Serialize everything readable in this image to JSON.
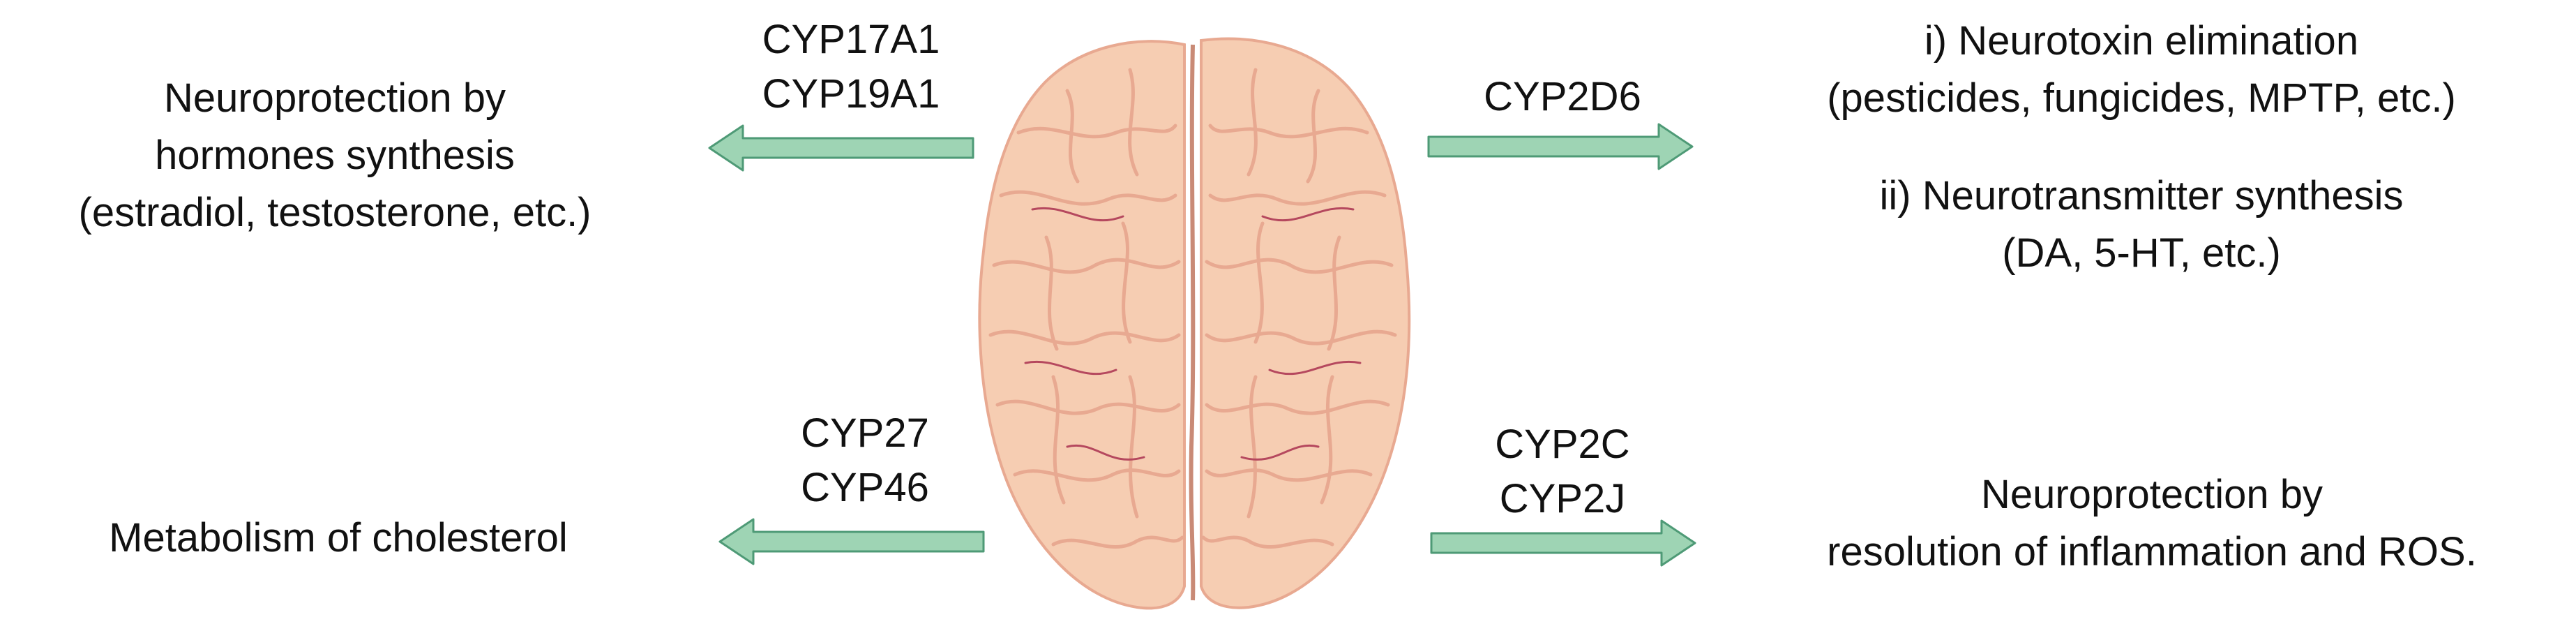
{
  "diagram": {
    "top_left": {
      "enzymes": [
        "CYP17A1",
        "CYP19A1"
      ],
      "effect": [
        "Neuroprotection by",
        "hormones synthesis",
        "(estradiol, testosterone, etc.)"
      ]
    },
    "top_right": {
      "enzymes": [
        "CYP2D6"
      ],
      "effect_i": [
        "i) Neurotoxin elimination",
        "(pesticides, fungicides, MPTP, etc.)"
      ],
      "effect_ii": [
        "ii) Neurotransmitter synthesis",
        "(DA, 5-HT, etc.)"
      ]
    },
    "bottom_left": {
      "enzymes": [
        "CYP27",
        "CYP46"
      ],
      "effect": [
        "Metabolism of cholesterol"
      ]
    },
    "bottom_right": {
      "enzymes": [
        "CYP2C",
        "CYP2J"
      ],
      "effect": [
        "Neuroprotection by",
        "resolution of inflammation and ROS."
      ]
    },
    "colors": {
      "arrow_fill": "#9ed4b4",
      "arrow_stroke": "#4e9a76",
      "brain_fill": "#f6cdb2",
      "brain_fold": "#e8a991",
      "brain_vessel": "#b5485e"
    }
  }
}
